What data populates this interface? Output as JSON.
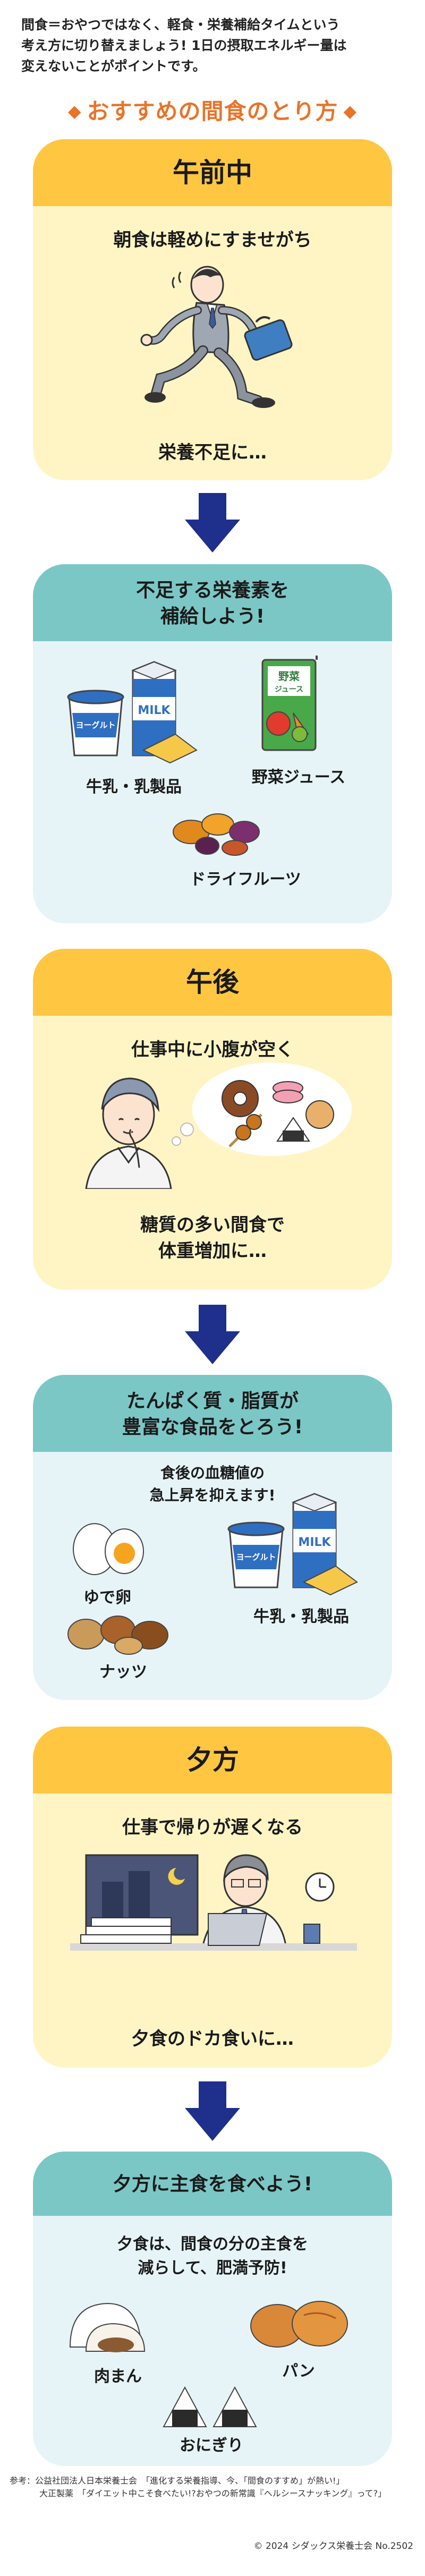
{
  "intro": {
    "line1": "間食＝おやつではなく、軽食・栄養補給タイムという",
    "line2": "考え方に切り替えましょう! 1日の摂取エネルギー量は",
    "line3": "変えないことがポイントです。"
  },
  "heading": "おすすめの間食のとり方",
  "morning": {
    "title": "午前中",
    "situation": "朝食は軽めにすませがち",
    "result": "栄養不足に…"
  },
  "morning_tip": {
    "title_line1": "不足する栄養素を",
    "title_line2": "補給しよう!",
    "items": {
      "milk": "牛乳・乳製品",
      "juice": "野菜ジュース",
      "fruit": "ドライフルーツ"
    },
    "pack_labels": {
      "yogurt": "ヨーグルト",
      "milk": "MILK",
      "juice_line1": "野菜",
      "juice_line2": "ジュース"
    }
  },
  "afternoon": {
    "title": "午後",
    "situation": "仕事中に小腹が空く",
    "result_line1": "糖質の多い間食で",
    "result_line2": "体重増加に…"
  },
  "afternoon_tip": {
    "title_line1": "たんぱく質・脂質が",
    "title_line2": "豊富な食品をとろう!",
    "sub_line1": "食後の血糖値の",
    "sub_line2": "急上昇を抑えます!",
    "items": {
      "egg": "ゆで卵",
      "milk": "牛乳・乳製品",
      "nuts": "ナッツ"
    },
    "pack_labels": {
      "yogurt": "ヨーグルト",
      "milk": "MILK"
    }
  },
  "evening": {
    "title": "夕方",
    "situation": "仕事で帰りが遅くなる",
    "result": "夕食のドカ食いに…"
  },
  "evening_tip": {
    "title": "夕方に主食を食べよう!",
    "sub_line1": "夕食は、間食の分の主食を",
    "sub_line2": "減らして、肥満予防!",
    "items": {
      "bun": "肉まん",
      "bread": "パン",
      "rice": "おにぎり"
    }
  },
  "references": {
    "line1": "参考：公益社団法人日本栄養士会　「進化する栄養指導、今、「間食のすすめ」が熱い!」",
    "line2": "大正製薬　「ダイエット中こそ食べたい!?おやつの新常識『ヘルシースナッキング』って?」"
  },
  "copyright": "© 2024 シダックス栄養士会  No.2502",
  "colors": {
    "accent": "#e8742a",
    "card_header_yellow": "#ffc642",
    "card_body_yellow": "#fff5c4",
    "card_header_teal": "#7bc7c6",
    "card_body_blue": "#e6f4f7",
    "arrow_navy": "#1e2f8c"
  }
}
